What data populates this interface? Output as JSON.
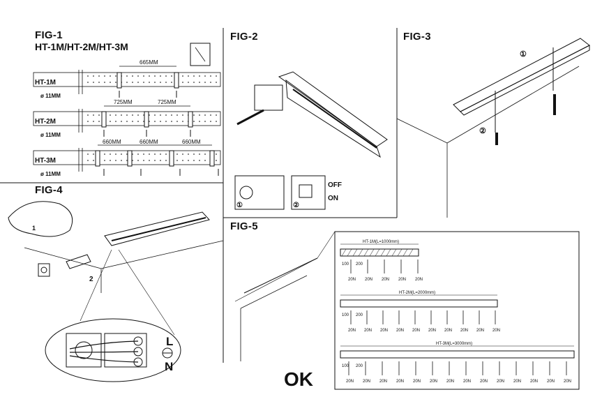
{
  "fig1": {
    "label": "FIG-1",
    "subtitle": "HT-1M/HT-2M/HT-3M",
    "rows": [
      {
        "model": "HT-1M",
        "hole": "ø 11MM",
        "spacings": [
          "665MM"
        ]
      },
      {
        "model": "HT-2M",
        "hole": "ø 11MM",
        "spacings": [
          "725MM",
          "725MM"
        ]
      },
      {
        "model": "HT-3M",
        "hole": "ø 11MM",
        "spacings": [
          "660MM",
          "660MM",
          "660MM"
        ]
      }
    ]
  },
  "fig2": {
    "label": "FIG-2",
    "step1": "①",
    "step2": "②",
    "off": "OFF",
    "on": "ON"
  },
  "fig3": {
    "label": "FIG-3",
    "step1": "①",
    "step2": "②"
  },
  "fig4": {
    "label": "FIG-4",
    "step1": "1",
    "step2": "2",
    "live": "L",
    "neutral": "N"
  },
  "fig5": {
    "label": "FIG-5",
    "beams": [
      {
        "title": "HT-1M(L=1000mm)",
        "first": "100",
        "second": "200",
        "ticks": [
          "20N",
          "20N",
          "20N",
          "20N",
          "20N"
        ]
      },
      {
        "title": "HT-2M(L=2000mm)",
        "first": "100",
        "second": "200",
        "ticks": [
          "20N",
          "20N",
          "20N",
          "20N",
          "20N",
          "20N",
          "20N",
          "20N",
          "20N",
          "20N"
        ]
      },
      {
        "title": "HT-3M(L=3000mm)",
        "first": "100",
        "second": "200",
        "ticks": [
          "20N",
          "20N",
          "20N",
          "20N",
          "20N",
          "20N",
          "20N",
          "20N",
          "20N",
          "20N",
          "20N",
          "20N",
          "20N",
          "20N"
        ]
      }
    ]
  },
  "ok_label": "OK"
}
